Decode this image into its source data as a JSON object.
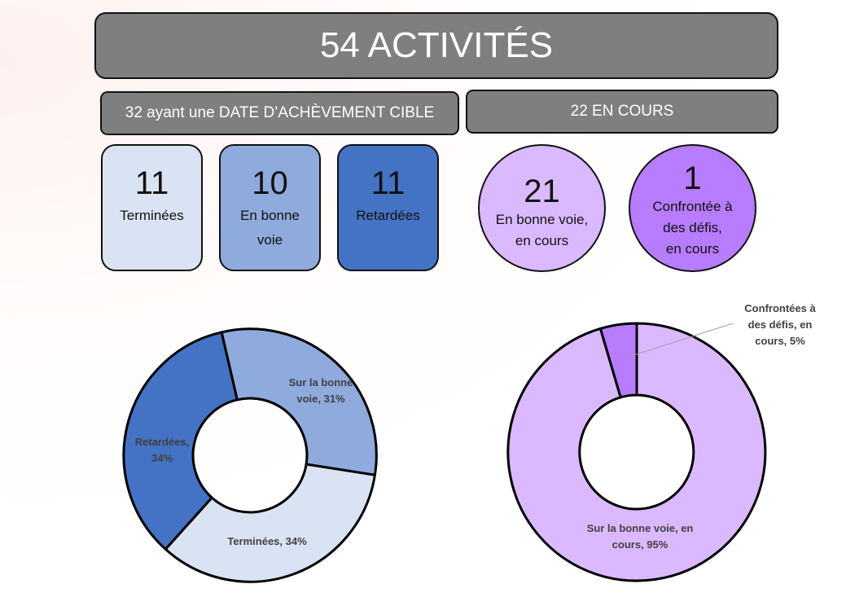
{
  "header": {
    "title": "54 ACTIVITÉS",
    "target_label": "32 ayant une DATE D’ACHÈVEMENT CIBLE",
    "inprogress_label": "22 EN COURS"
  },
  "cards": [
    {
      "value": "11",
      "label_line1": "Terminées",
      "label_line2": "",
      "color": "#dae3f3"
    },
    {
      "value": "10",
      "label_line1": "En bonne",
      "label_line2": "voie",
      "color": "#8faadc"
    },
    {
      "value": "11",
      "label_line1": "Retardées",
      "label_line2": "",
      "color": "#4472c4"
    }
  ],
  "circles": [
    {
      "value": "21",
      "label_line1": "En bonne voie,",
      "label_line2": "en cours",
      "label_line3": "",
      "color": "#dbb9ff"
    },
    {
      "value": "1",
      "label_line1": "Confrontée à",
      "label_line2": "des défis,",
      "label_line3": "en cours",
      "color": "#b87cff"
    }
  ],
  "chart_data": [
    {
      "type": "pie",
      "subtype": "donut",
      "title": "",
      "categories": [
        "Sur la bonne voie",
        "Terminées",
        "Retardées"
      ],
      "values": [
        31,
        34,
        34
      ],
      "counts": [
        10,
        11,
        11
      ],
      "colors": [
        "#8faadc",
        "#dae3f3",
        "#4472c4"
      ],
      "data_labels": [
        "Sur la bonne voie, 31%",
        "Terminées, 34%",
        "Retardées, 34%"
      ],
      "legend": "none"
    },
    {
      "type": "pie",
      "subtype": "donut",
      "title": "",
      "categories": [
        "Sur la bonne voie, en cours",
        "Confrontées à des défis, en cours"
      ],
      "values": [
        95,
        5
      ],
      "counts": [
        21,
        1
      ],
      "colors": [
        "#dbb9ff",
        "#b87cff"
      ],
      "data_labels": [
        "Sur la bonne voie, en cours, 95%",
        "Confrontées à des défis, en cours, 5%"
      ],
      "legend": "none"
    }
  ],
  "labels": {
    "left": {
      "ontrack_l1": "Sur la bonne",
      "ontrack_l2": "voie, 31%",
      "done": "Terminées, 34%",
      "late_l1": "Retardées,",
      "late_l2": "34%"
    },
    "right": {
      "ontrack_l1": "Sur la bonne voie, en",
      "ontrack_l2": "cours, 95%",
      "challenged_l1": "Confrontées à",
      "challenged_l2": "des défis, en",
      "challenged_l3": "cours, 5%"
    }
  }
}
